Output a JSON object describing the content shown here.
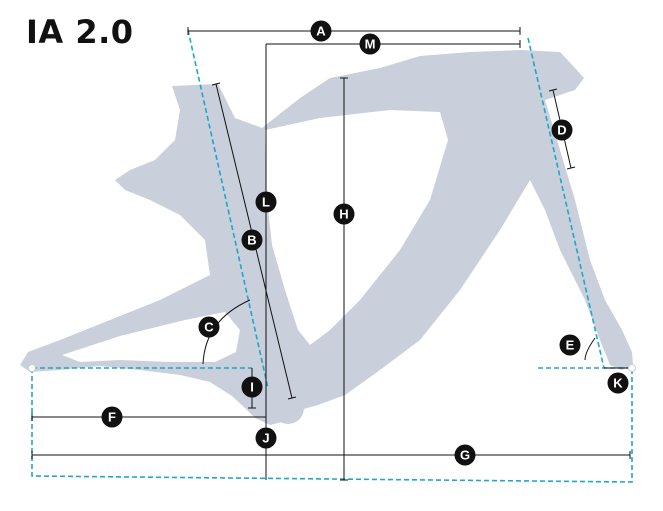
{
  "diagram": {
    "title": "IA 2.0",
    "colors": {
      "frame": "#c9cfdb",
      "frame_cutout": "#ffffff",
      "dimension_line": "#111111",
      "reference_line": "#1ea7c9",
      "marker_fill": "#111111",
      "marker_text": "#ffffff"
    },
    "markers": [
      {
        "id": "A",
        "label": "A",
        "meaning": "reach-dimension"
      },
      {
        "id": "M",
        "label": "M",
        "meaning": "top-length-dimension"
      },
      {
        "id": "D",
        "label": "D",
        "meaning": "head-tube-dimension"
      },
      {
        "id": "L",
        "label": "L",
        "meaning": "seat-tube-dimension"
      },
      {
        "id": "B",
        "label": "B",
        "meaning": "seat-tube-length-dimension"
      },
      {
        "id": "H",
        "label": "H",
        "meaning": "stack-dimension"
      },
      {
        "id": "C",
        "label": "C",
        "meaning": "seat-angle-dimension"
      },
      {
        "id": "E",
        "label": "E",
        "meaning": "head-angle-dimension"
      },
      {
        "id": "I",
        "label": "I",
        "meaning": "bb-drop-dimension"
      },
      {
        "id": "F",
        "label": "F",
        "meaning": "chainstay-dimension"
      },
      {
        "id": "J",
        "label": "J",
        "meaning": "bb-height-dimension"
      },
      {
        "id": "K",
        "label": "K",
        "meaning": "fork-offset-dimension"
      },
      {
        "id": "G",
        "label": "G",
        "meaning": "wheelbase-dimension"
      }
    ]
  }
}
